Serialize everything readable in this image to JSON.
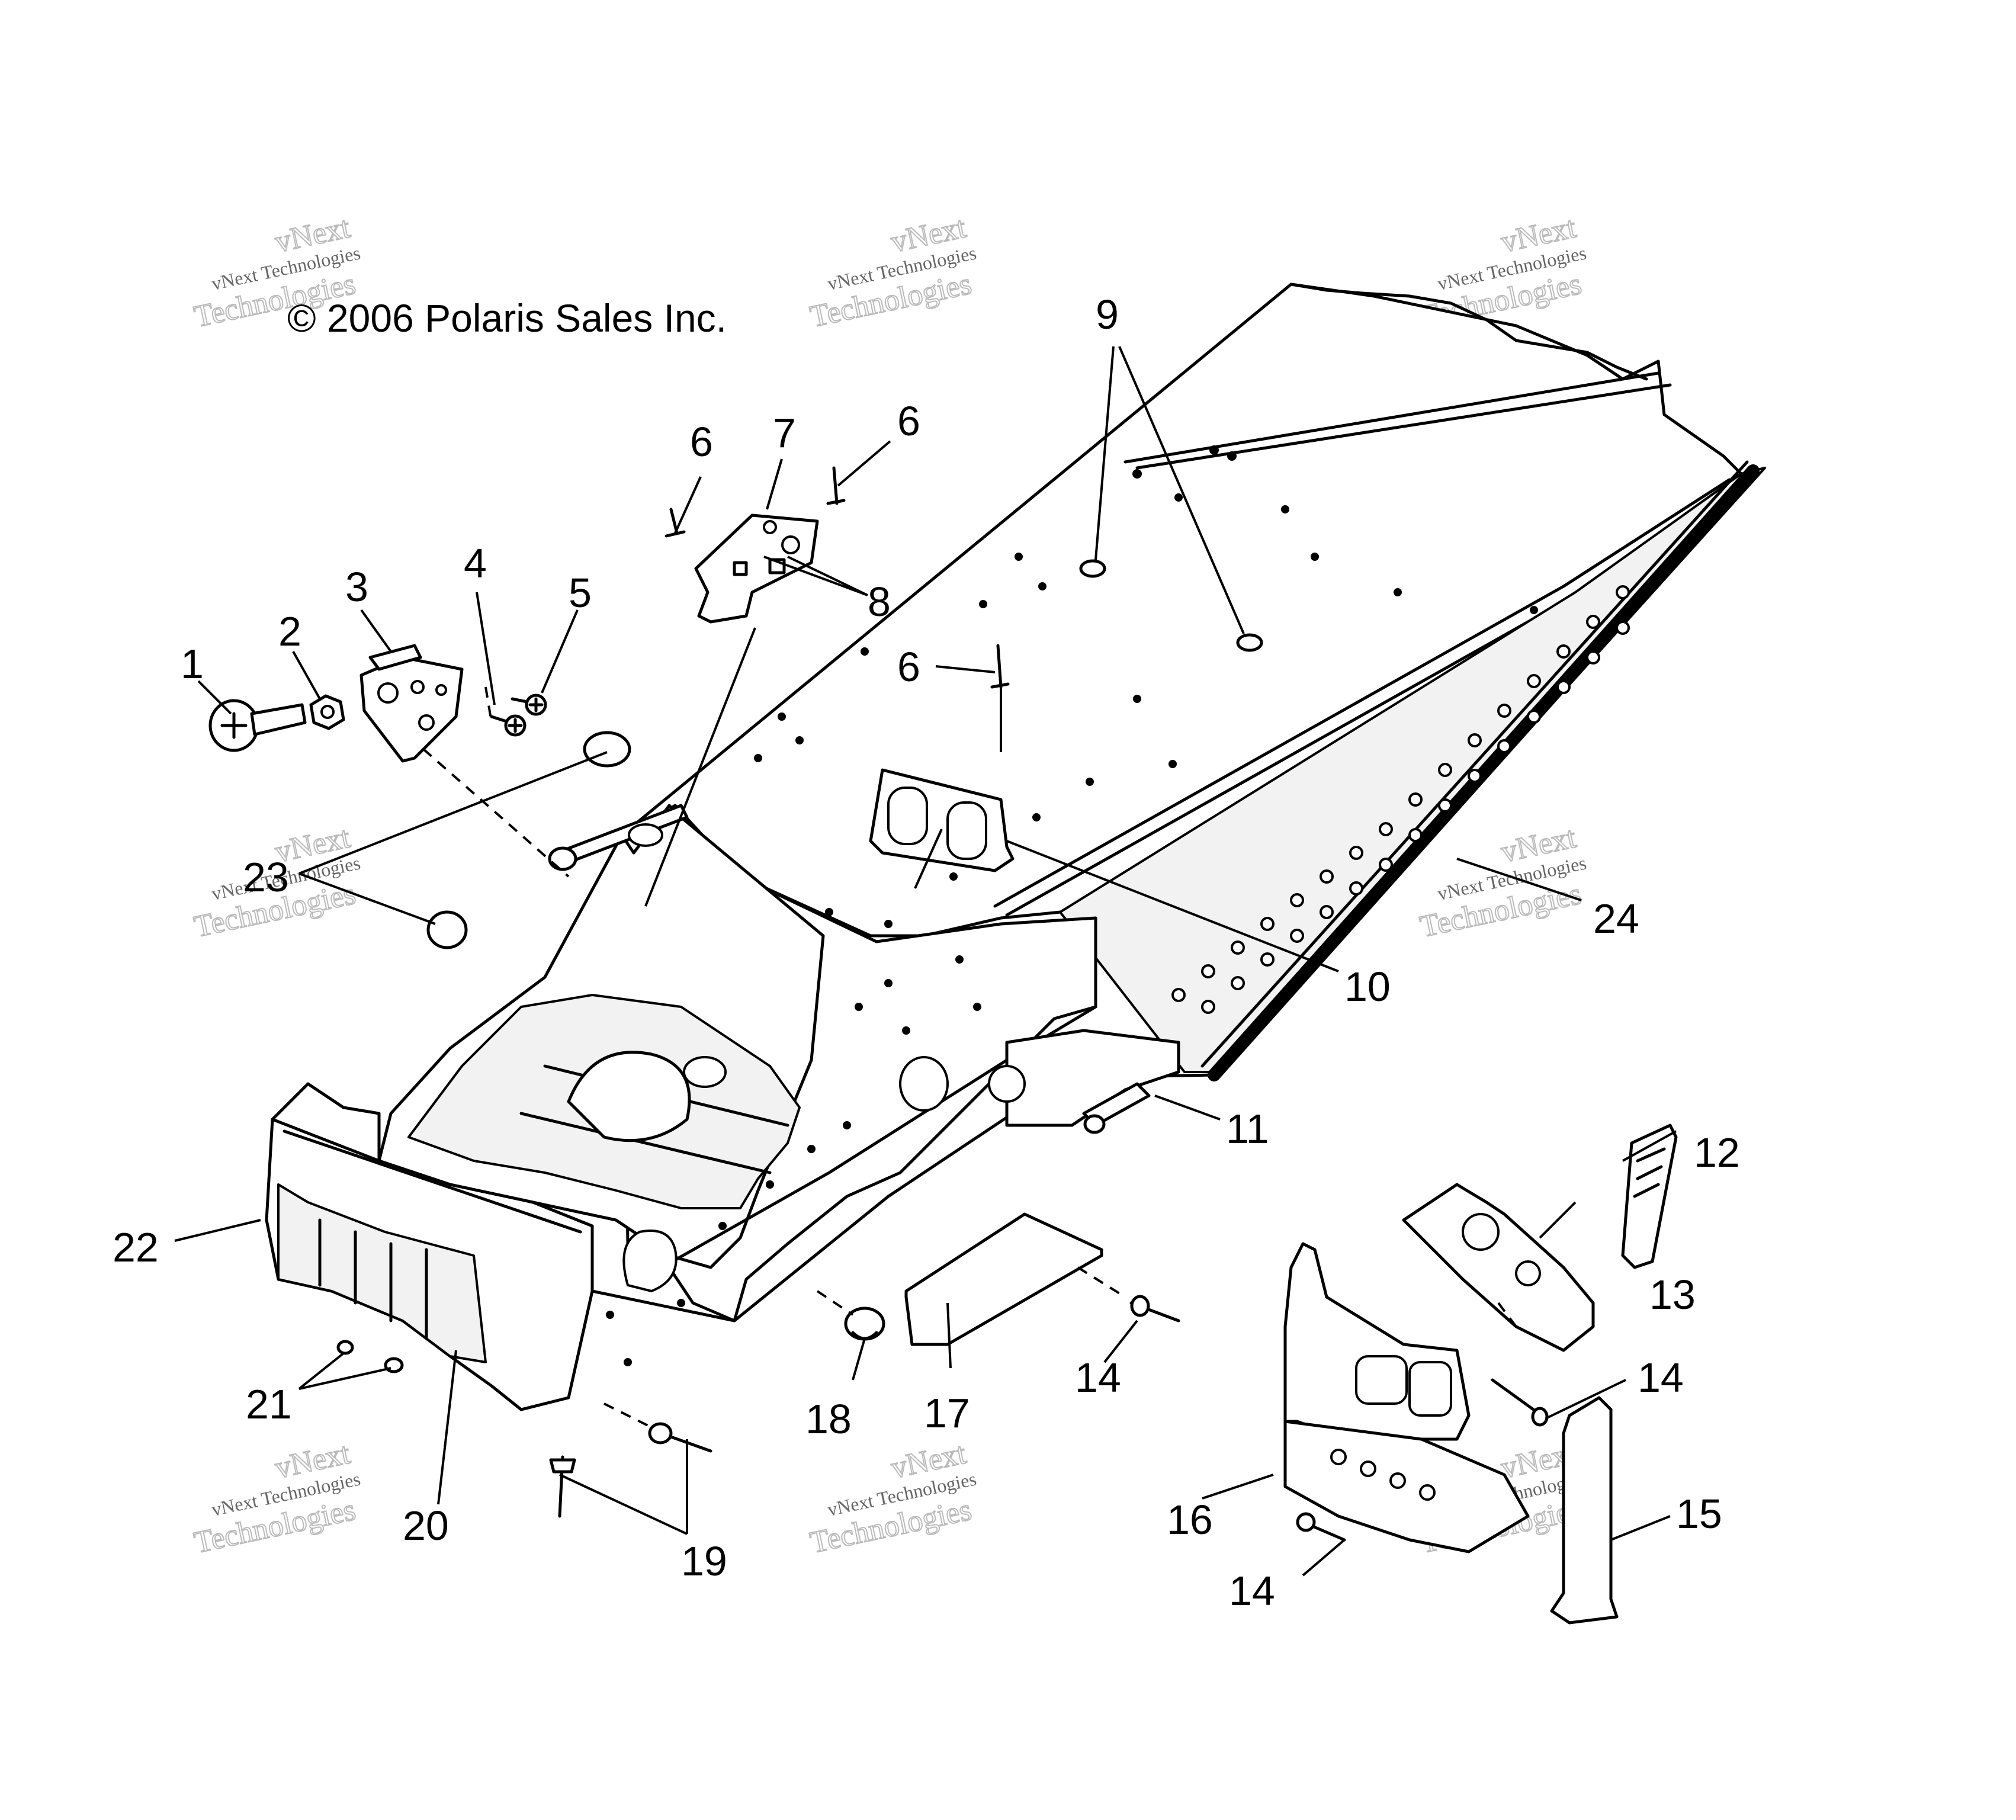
{
  "copyright": "© 2006 Polaris Sales Inc.",
  "watermark": {
    "line1": "vNext Technologies",
    "line2": "vNext",
    "line3": "Technologies"
  },
  "callouts": [
    {
      "id": "1",
      "text": "1"
    },
    {
      "id": "2",
      "text": "2"
    },
    {
      "id": "3",
      "text": "3"
    },
    {
      "id": "4",
      "text": "4"
    },
    {
      "id": "5",
      "text": "5"
    },
    {
      "id": "6a",
      "text": "6"
    },
    {
      "id": "6b",
      "text": "6"
    },
    {
      "id": "6c",
      "text": "6"
    },
    {
      "id": "7",
      "text": "7"
    },
    {
      "id": "8",
      "text": "8"
    },
    {
      "id": "9",
      "text": "9"
    },
    {
      "id": "10",
      "text": "10"
    },
    {
      "id": "11",
      "text": "11"
    },
    {
      "id": "12",
      "text": "12"
    },
    {
      "id": "13",
      "text": "13"
    },
    {
      "id": "14a",
      "text": "14"
    },
    {
      "id": "14b",
      "text": "14"
    },
    {
      "id": "14c",
      "text": "14"
    },
    {
      "id": "15",
      "text": "15"
    },
    {
      "id": "16",
      "text": "16"
    },
    {
      "id": "17",
      "text": "17"
    },
    {
      "id": "18",
      "text": "18"
    },
    {
      "id": "19",
      "text": "19"
    },
    {
      "id": "20",
      "text": "20"
    },
    {
      "id": "21",
      "text": "21"
    },
    {
      "id": "22",
      "text": "22"
    },
    {
      "id": "23",
      "text": "23"
    },
    {
      "id": "24",
      "text": "24"
    }
  ]
}
